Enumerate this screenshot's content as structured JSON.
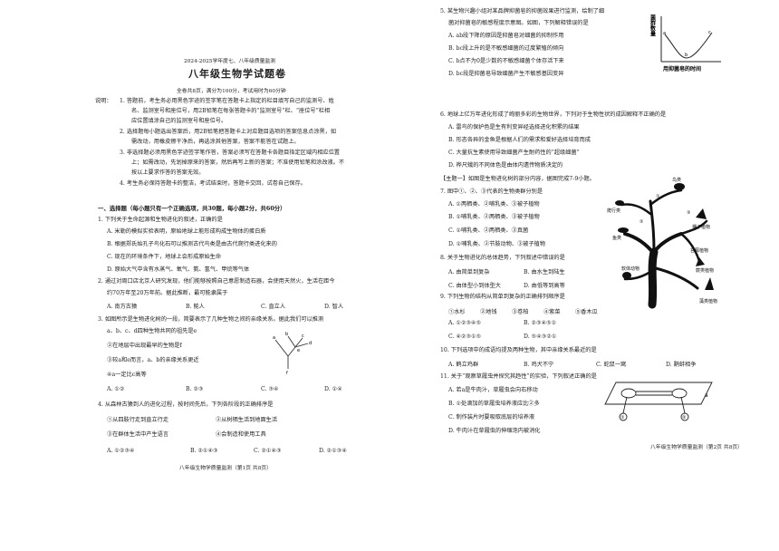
{
  "header": {
    "year_line": "2024-2025学年度七、八年级质量监测",
    "title": "八年级生物学试题卷",
    "meta": "全卷共8页，满分为100分，考试用时为60分钟"
  },
  "instructions": {
    "label": "说明：",
    "lines": [
      "1. 答题前，考生务必用黑色字迹的签字笔在答题卡上指定的栏目填写自己的监测号、姓",
      "名、监测室号和座位号，用2B铅笔在每张答题卡的“监测室号”栏、“座位号”栏相",
      "应位置填涂自己的监测室号和座位号。",
      "2. 选择题每小题选出答案后，用2B铅笔把答题卡上对应题目选项的答案信息点涂黑，如",
      "需改动，用橡皮擦干净后，再选涂其他答案，答案不能答在试题上。",
      "3. 非选择题必须用黑色字迹签字笔作答，答案必须写在答题卡各题目指定区域内相应位置",
      "上；如需改动，先划掉原来的答案，然后再写上新的答案；不准使用铅笔和涂改液。不",
      "按以上要求作答的答案无效。",
      "4. 考生务必保持答题卡的整洁，考试结束时，答题卡交回，试卷自己保存。"
    ]
  },
  "section1": "一、选择题（每小题只有一个正确选项，共30题，每小题2分，共60分）",
  "q1": {
    "stem": "1. 下列关于生命起源和生物进化的叙述，正确的是",
    "opts": [
      "A. 米勒的模拟实验表明，原始地球上能形成构成生物体的蛋白质",
      "B. 根据郑氏始孔子鸟化石可以推测古代鸟类是由古代爬行类进化来的",
      "C. 现在的环境条件下，地球上会形成原始生命",
      "D. 原始大气中含有水蒸气、氧气、氨、氢气、甲烷等气体"
    ]
  },
  "q2": {
    "stem1": "2. 通过对周口店北京人研究发现，他们能够按照自己意愿制造石器，会使用天然火，生活在距今",
    "stem2": "约70万年至20万年前。据此推断，最可能隶属于",
    "opts": [
      "A. 南方古猿",
      "B. 能人",
      "C. 直立人",
      "D. 智人"
    ]
  },
  "q3": {
    "stem1": "3. 如图所示是生物进化树的一段，简要表示了几种生物之间的亲缘关系。据此我们可以推测",
    "stem2": "a、b、c、d四种生物共同的祖先是e",
    "items": [
      "②在地层中出现最早的生物是f",
      "③较a和e而言，a、b的亲缘关系更近",
      "④a一定比c高等"
    ],
    "opts": [
      "A. ①②",
      "B. ②③",
      "C. ③④",
      "D. ①④"
    ],
    "fig_labels": [
      "a",
      "b",
      "c",
      "d",
      "e",
      "f"
    ]
  },
  "q4": {
    "stem": "4. 从森林古猿到人的进化过程，按时间先后，下列各阶段的正确排序是",
    "items": [
      "①从四肢行走到直立行走",
      "②从树栖生活到地面生活",
      "③在群体生活中产生语言",
      "④会制造和使用工具"
    ],
    "opts": [
      "A. ①②③④",
      "B. ②①④③",
      "C. ②①④③",
      "D. ②①③④"
    ]
  },
  "q5": {
    "stem1": "5. 某生物兴趣小组对某品牌抑菌皂的抑菌效果进行监测，绘制了细",
    "stem2": "菌对抑菌皂的敏感程度示意图。如图，下列解释错误的是",
    "opts": [
      "A. ab段下降的原因是抑菌皂对细菌的抑制作用",
      "B. bc段上升的是不敏感细菌的过度繁殖的倾向",
      "C. b点不为0是少数的不敏感细菌个体存活下来",
      "D. bc段是抑菌皂导致细菌产生不敏感基因变异"
    ],
    "fig_ylabel": "菌群数量",
    "fig_xlabel": "用抑菌皂的时间",
    "fig_points": [
      "a",
      "b",
      "c"
    ]
  },
  "q6": {
    "stem": "6. 地球上亿万年进化形成了绚丽多彩的生物世界，下列对于生物性状的成因解释不正确的是",
    "opts": [
      "A. 雷鸟的保护色是生有利变异经选择进化积累的结果",
      "B. 形态各异的金鱼是根据人们的需求和爱好选择培育而成",
      "C. 大量抗生素使用导致细菌产生耐药性的“超级细菌”",
      "D. 桦尺蛾的不同体色是由体内遗传物质决定的"
    ]
  },
  "theme": "【主题一】如图是生物进化树的部分内容，据图完成7-9小题。",
  "q7": {
    "stem": "7. 图中①、②、③代表的生物类群分别是",
    "opts": [
      "A. ①两栖类、②哺乳类、③被子植物",
      "B. ①哺乳类、②两栖类、③被子植物",
      "C. ①哺乳类、②两栖类、③真菌",
      "D. ①哺乳类、②节肢动物、③被子植物"
    ]
  },
  "q8": {
    "stem": "8. 关于生物进化的总体趋势，下列叙述中错误的是",
    "opts": [
      "A. 由简单到复杂",
      "B. 由水生到陆生",
      "C. 由体型小到体型大",
      "D. 由低等到高等"
    ]
  },
  "q9": {
    "stem": "9. 下列生物的结构从简单到复杂的正确排列顺序是",
    "items": [
      "①水杉",
      "②地钱",
      "③卷柏",
      "④紫菜",
      "⑤香木瓜"
    ],
    "opts": [
      "A. ①②③④⑤",
      "B. ②③④⑤①",
      "C. ④②③①⑤",
      "D. ⑤④③②①"
    ]
  },
  "tree_labels": {
    "bird": "鸟类",
    "reptile": "爬行类",
    "fish": "鱼类",
    "mollusc": "软体动物",
    "gymno": "裸子植物",
    "moss": "苔藓植物",
    "fern": "蕨类植物",
    "algae": "藻类植物",
    "n1": "①",
    "n2": "②",
    "n3": "③"
  },
  "q10": {
    "stem": "10. 下列选项中的成语均提及两种生物，其中亲缘关系最近的是",
    "opts": [
      "A. 鹤立鸡群",
      "B. 鸡犬不宁",
      "C. 蛇鼠一窝",
      "D. 鹬蚌相争"
    ]
  },
  "q11": {
    "stem": "11. 关于“观察草履虫并探究其趋性”的实验，下列叙述正确的是",
    "opts": [
      "A. 若a是牛肉汁，草履虫会向右移动",
      "B. ①处滴加的草履虫培养液应比②多",
      "C. 制作装片时要吸取底层的培养液",
      "D. 牛肉汁在草履虫的伸缩泡内被消化"
    ],
    "fig_labels": [
      "①",
      "②",
      "a"
    ]
  },
  "footer": {
    "left": "八年级生物学质量监测（第1页  共8页）",
    "right": "八年级生物学质量监测（第2页  共8页）"
  }
}
